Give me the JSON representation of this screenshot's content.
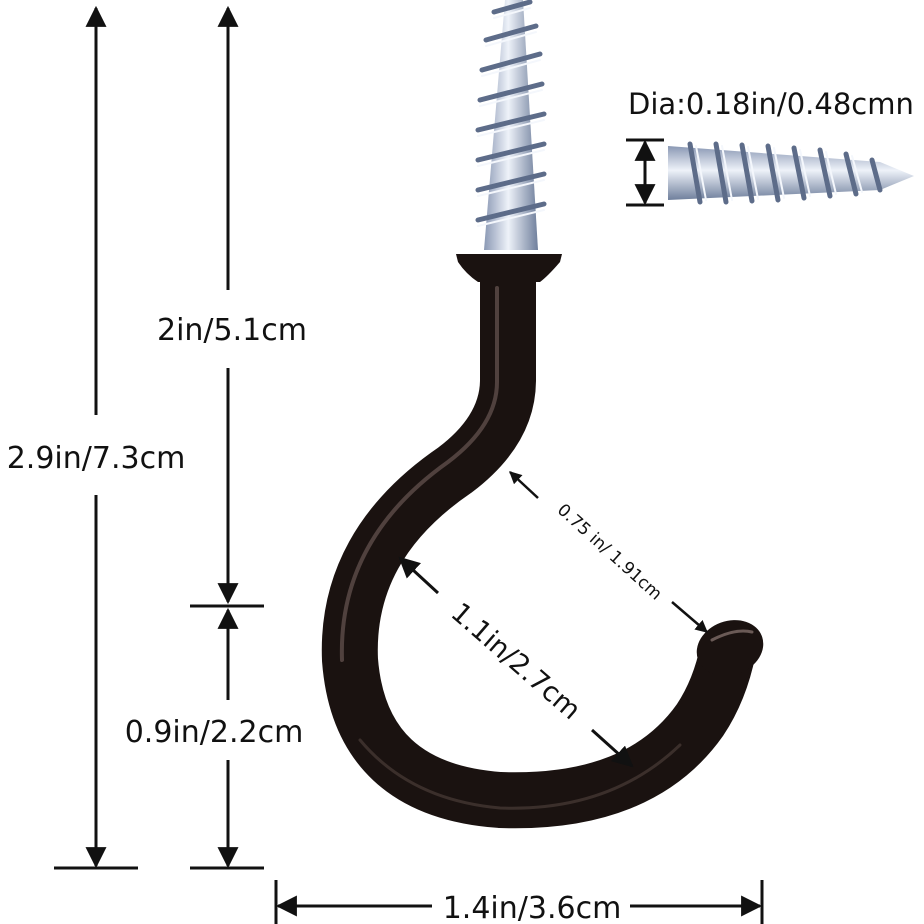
{
  "dimensions": {
    "total_height": "2.9in/7.3cm",
    "shank_length": "2in/5.1cm",
    "hook_depth": "0.9in/2.2cm",
    "hook_inner_diameter": "1.1in/2.7cm",
    "hook_opening": "0.75 in/ 1.91cm",
    "total_width": "1.4in/3.6cm",
    "thread_diameter": "Dia:0.18in/0.48cmn"
  },
  "colors": {
    "hook": "#1a1210",
    "hook_highlight": "#5a4a46",
    "screw_light": "#dfe6f3",
    "screw_dark": "#6f7f9c",
    "dimension_line": "#111111"
  },
  "icons": {
    "product": "cup-hook-icon",
    "screw_detail": "screw-thread-icon"
  }
}
